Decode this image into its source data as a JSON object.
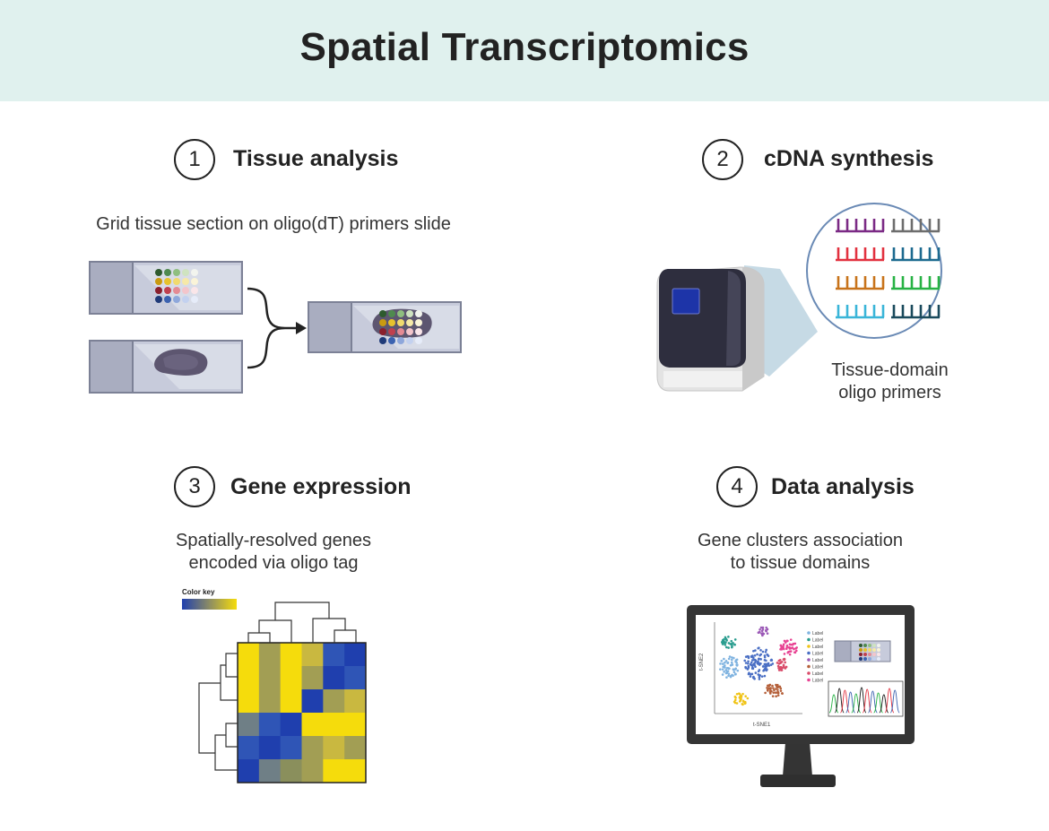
{
  "header": {
    "title": "Spatial Transcriptomics"
  },
  "steps": [
    {
      "number": "1",
      "title": "Tissue analysis",
      "caption": "Grid tissue section on oligo(dT) primers slide"
    },
    {
      "number": "2",
      "title": "cDNA synthesis",
      "caption_lines": [
        "Tissue-domain",
        "oligo primers"
      ]
    },
    {
      "number": "3",
      "title": "Gene expression",
      "caption_lines": [
        "Spatially-resolved genes",
        "encoded via oligo tag"
      ],
      "color_key_label": "Color key"
    },
    {
      "number": "4",
      "title": "Data analysis",
      "caption_lines": [
        "Gene clusters association",
        "to tissue domains"
      ]
    }
  ],
  "plot": {
    "legend_label": "Label",
    "x_label": "t-SNE1",
    "y_label": "t-SNE2"
  },
  "colors": {
    "header_bg": "#e0f1ee",
    "heat_blue": "#1f3fae",
    "heat_yellow": "#f5dc0c",
    "primers": [
      "#7b2a85",
      "#6d6d6d",
      "#e2313f",
      "#1c6a8f",
      "#c8731a",
      "#27b244",
      "#3ab5d8",
      "#1a4a5c"
    ]
  },
  "icons": [
    "slide-grid-icon",
    "slide-tissue-icon",
    "bracket-arrow-icon",
    "slide-combined-icon",
    "thermocycler-icon",
    "primer-magnifier-icon",
    "heatmap-icon",
    "dendrogram-icon",
    "monitor-icon"
  ]
}
